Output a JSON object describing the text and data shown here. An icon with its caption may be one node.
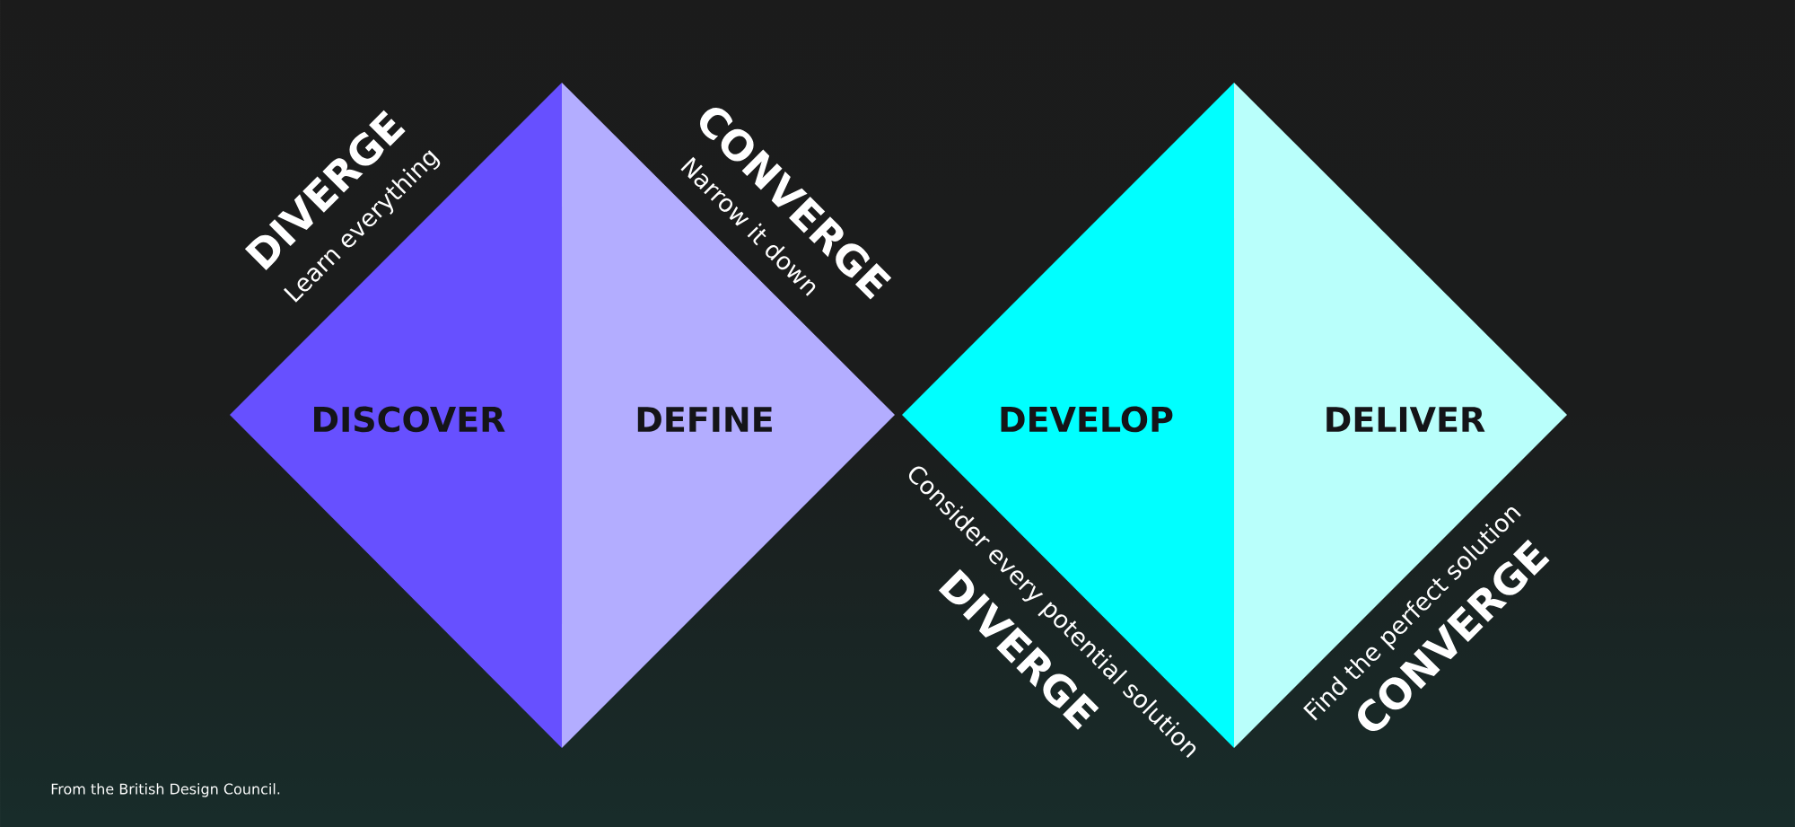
{
  "diagram": {
    "nodes": [
      {
        "text": [
          "DISCOVER"
        ],
        "beside": [
          "DIVERGE",
          "Learn everything"
        ]
      },
      {
        "text": [
          "DEFINE"
        ],
        "beside": [
          "CONVERGE",
          "Narrow it down"
        ]
      },
      {
        "text": [
          "DEVELOP"
        ],
        "beside": [
          "Consider every potential solution",
          "DIVERGE"
        ]
      },
      {
        "text": [
          "DELIVER"
        ],
        "beside": [
          "Find the perfect solution",
          "CONVERGE"
        ]
      }
    ],
    "labels": [
      "From the British Design Council."
    ]
  }
}
